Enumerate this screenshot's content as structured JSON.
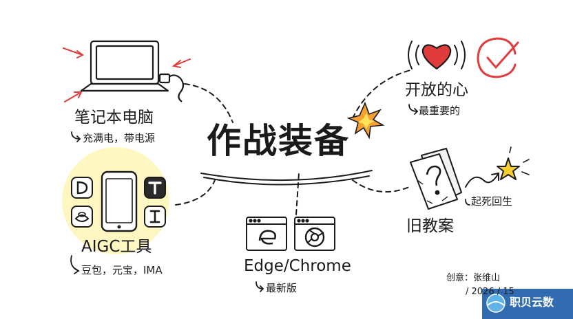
{
  "diagram": {
    "center": {
      "title": "作战装备"
    },
    "nodes": [
      {
        "id": "laptop",
        "title": "笔记本电脑",
        "subtitle": "充满电，带电源",
        "icon": "laptop-icon"
      },
      {
        "id": "aigc",
        "title": "AIGC工具",
        "subtitle": "豆包，元宝，IMA",
        "icon": "smartphone-icon"
      },
      {
        "id": "browser",
        "title": "Edge/Chrome",
        "subtitle": "最新版",
        "icon": "browser-icon"
      },
      {
        "id": "heart",
        "title": "开放的心",
        "subtitle": "最重要的",
        "icon": "heart-icon"
      },
      {
        "id": "lesson",
        "title": "旧教案",
        "subtitle": "起死回生",
        "icon": "document-question-icon"
      }
    ],
    "credit": {
      "author": "创意：张维山",
      "date": "/ 2026 / 15"
    }
  },
  "watermark": {
    "text": "职贝云数"
  },
  "colors": {
    "ink": "#1a1a1a",
    "accent_red": "#e03c3c",
    "highlight_yellow": "#fff3a0",
    "star_yellow": "#f7cf2e",
    "logo_blue": "#1e5fa8"
  }
}
